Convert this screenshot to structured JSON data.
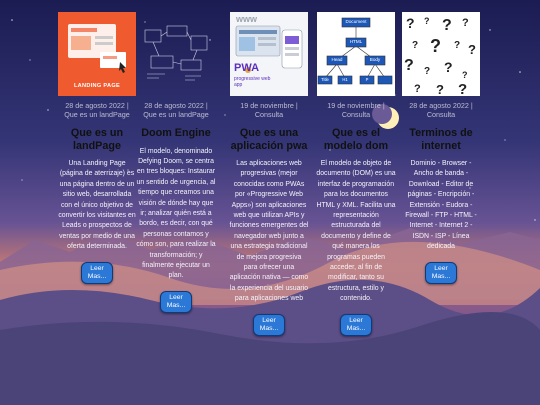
{
  "cards": [
    {
      "date": "28 de agosto 2022 |",
      "category": "Que es un landPage",
      "title": "Que es un landPage",
      "description": "Una Landing Page (página de aterrizaje) es una página dentro de un sitio web, desarrollada con el único objetivo de convertir los visitantes en Leads o prospectos de ventas por medio de una oferta determinada.",
      "button": "Leer Mas...",
      "image_text": "LANDING PAGE",
      "image_color": "#ef5a2f"
    },
    {
      "date": "28 de agosto 2022 |",
      "category": "Que es un landPage",
      "title": "Doom Engine",
      "description": "El modelo, denominado Defying Doom, se centra en tres bloques: Instaurar un sentido de urgencia, al tiempo que creamos una visión de dónde hay que ir; analizar quién está a bordo, es decir, con qué personas contamos y cómo son, para realizar la transformación; y finalmente ejecutar un plan.",
      "button": "Leer Mas..."
    },
    {
      "date": "19 de noviembre |",
      "category": "Consulta",
      "title": "Que es una aplicación pwa",
      "description": "Las aplicaciones web progresivas (mejor conocidas como PWAs por «Progressive Web Apps») son aplicaciones web que utilizan APIs y funciones emergentes del navegador web junto a una estrategia tradicional de mejora progresiva para ofrecer una aplicación nativa — como la experiencia del usuario para aplicaciones web",
      "button": "Leer Mas...",
      "image_text": "www",
      "image_sub": "progressive web app",
      "image_logo": "PWA"
    },
    {
      "date": "19 de noviembre |",
      "category": "Consulta",
      "title": "Que es el modelo dom",
      "description": "El modelo de objeto de documento (DOM) es una interfaz de programación para los documentos HTML y XML. Facilita una representación estructurada del documento y define de qué manera los programas pueden acceder, al fin de modificar, tanto su estructura, estilo y contenido.",
      "button": "Leer Mas...",
      "image_nodes": [
        "Document",
        "HTML",
        "Head",
        "Body",
        "Title",
        "H1",
        "P"
      ]
    },
    {
      "date": "28 de agosto 2022 |",
      "category": "Consulta",
      "title": "Terminos de internet",
      "description": "Dominio - Browser - Ancho de banda - Download - Editor de páginas - Encripción - Extensión - Eudora - Firewall - FTP - HTML - Internet - Internet 2 - ISDN - ISP - Línea dedicada",
      "button": "Leer Mas..."
    }
  ],
  "colors": {
    "sky_top": "#1d1f58",
    "sky_mid": "#4a3f85",
    "horizon": "#c8736f",
    "button": "#2b78d6"
  }
}
